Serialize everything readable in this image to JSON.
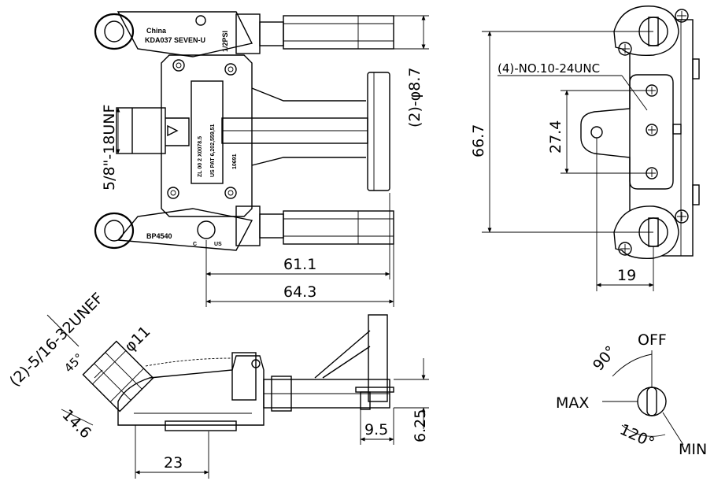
{
  "marking": {
    "country": "China",
    "model": "KDA037 SEVEN-U",
    "pressure": "1/2PSI",
    "part_number": "BP4540",
    "plate_line1": "ZL  00  2  X0078.5",
    "plate_line2": "US  PAT  6,202,559,51",
    "plate_side": "10691",
    "cert_left": "C",
    "cert_right": "US"
  },
  "dimensions": {
    "inlet_thread": "5/8\"-18UNF",
    "outlet_diameter": "(2)-φ8.7",
    "length_inner": "61.1",
    "length_overall": "64.3",
    "mount_screws": "(4)-NO.10-24UNC",
    "height_overall": "66.7",
    "hole_spacing": "27.4",
    "mount_offset": "19",
    "outlet_thread": "(2)-5/16-32UNEF",
    "outlet_angle": "45°",
    "outlet_size": "φ11",
    "outlet_depth": "14.6",
    "base_offset": "23",
    "stem_length": "9.5",
    "stem_height": "6.25"
  },
  "knob": {
    "off": "OFF",
    "max": "MAX",
    "min": "MIN",
    "angle_off_max": "90°",
    "angle_max_min": "120°"
  }
}
